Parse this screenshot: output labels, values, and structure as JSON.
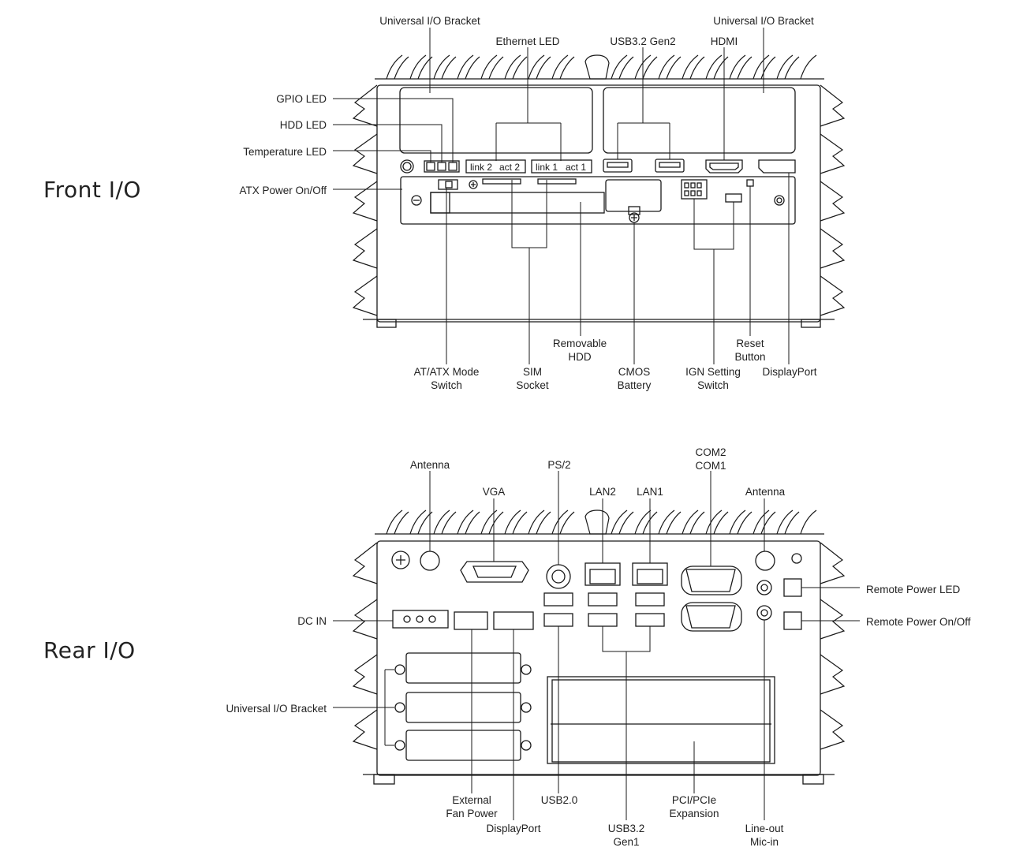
{
  "sections": {
    "front": "Front I/O",
    "rear": "Rear I/O"
  },
  "front": {
    "bracket_left": "Universal I/O Bracket",
    "bracket_right": "Universal I/O Bracket",
    "ethernet_led": "Ethernet LED",
    "usb32_gen2": "USB3.2 Gen2",
    "hdmi": "HDMI",
    "gpio_led": "GPIO LED",
    "hdd_led": "HDD LED",
    "temperature_led": "Temperature LED",
    "atx_power": "ATX Power On/Off",
    "removable_hdd": [
      "Removable",
      "HDD"
    ],
    "reset_button": [
      "Reset",
      "Button"
    ],
    "at_atx_switch": [
      "AT/ATX Mode",
      "Switch"
    ],
    "sim_socket": [
      "SIM",
      "Socket"
    ],
    "cmos_battery": [
      "CMOS",
      "Battery"
    ],
    "ign_switch": [
      "IGN Setting",
      "Switch"
    ],
    "displayport": "DisplayPort",
    "panel_text": {
      "link2": "link 2",
      "act2": "act 2",
      "link1": "link 1",
      "act1": "act 1"
    }
  },
  "rear": {
    "antenna_left": "Antenna",
    "vga": "VGA",
    "ps2": "PS/2",
    "lan2": "LAN2",
    "lan1": "LAN1",
    "com": [
      "COM2",
      "COM1"
    ],
    "antenna_right": "Antenna",
    "remote_power_led": "Remote Power LED",
    "remote_power_onoff": "Remote Power On/Off",
    "dc_in": "DC IN",
    "bracket": "Universal I/O Bracket",
    "ext_fan": [
      "External",
      "Fan Power"
    ],
    "usb20": "USB2.0",
    "pci": [
      "PCI/PCIe",
      "Expansion"
    ],
    "displayport": "DisplayPort",
    "usb32_gen1": [
      "USB3.2",
      "Gen1"
    ],
    "lineout": [
      "Line-out",
      "Mic-in"
    ]
  }
}
